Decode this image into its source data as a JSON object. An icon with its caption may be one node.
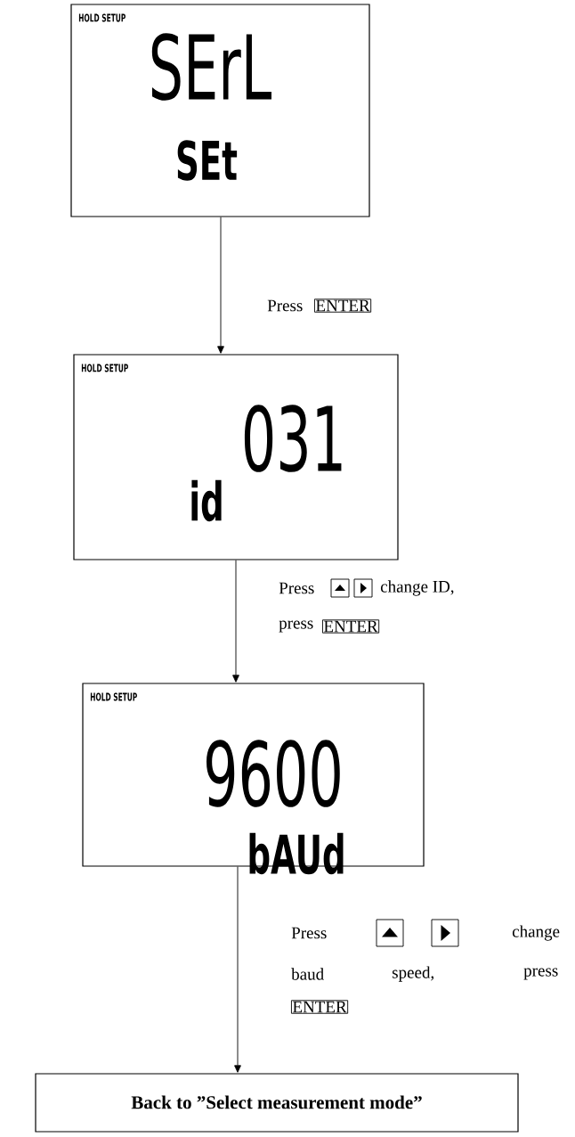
{
  "diagram": {
    "nodes": [
      {
        "text": [
          "HOLD SETUP",
          "SErL",
          "SEt"
        ]
      },
      {
        "text": [
          "HOLD SETUP",
          "031",
          "id"
        ]
      },
      {
        "text": [
          "HOLD SETUP",
          "9600",
          "bAUd"
        ]
      },
      {
        "text": [
          "Back to ”Select measurement mode”"
        ]
      }
    ],
    "edges": [
      {
        "from": 0,
        "to": 1,
        "arrow": "to",
        "label": "Press"
      },
      {
        "from": 1,
        "to": 2,
        "arrow": "to",
        "label": "Press"
      },
      {
        "from": 2,
        "to": 3,
        "arrow": "to",
        "label": "Press"
      }
    ],
    "labels": [
      "ENTER",
      "change ID,",
      "press",
      "ENTER",
      "change",
      "baud",
      "speed,",
      "press",
      "ENTER"
    ]
  }
}
